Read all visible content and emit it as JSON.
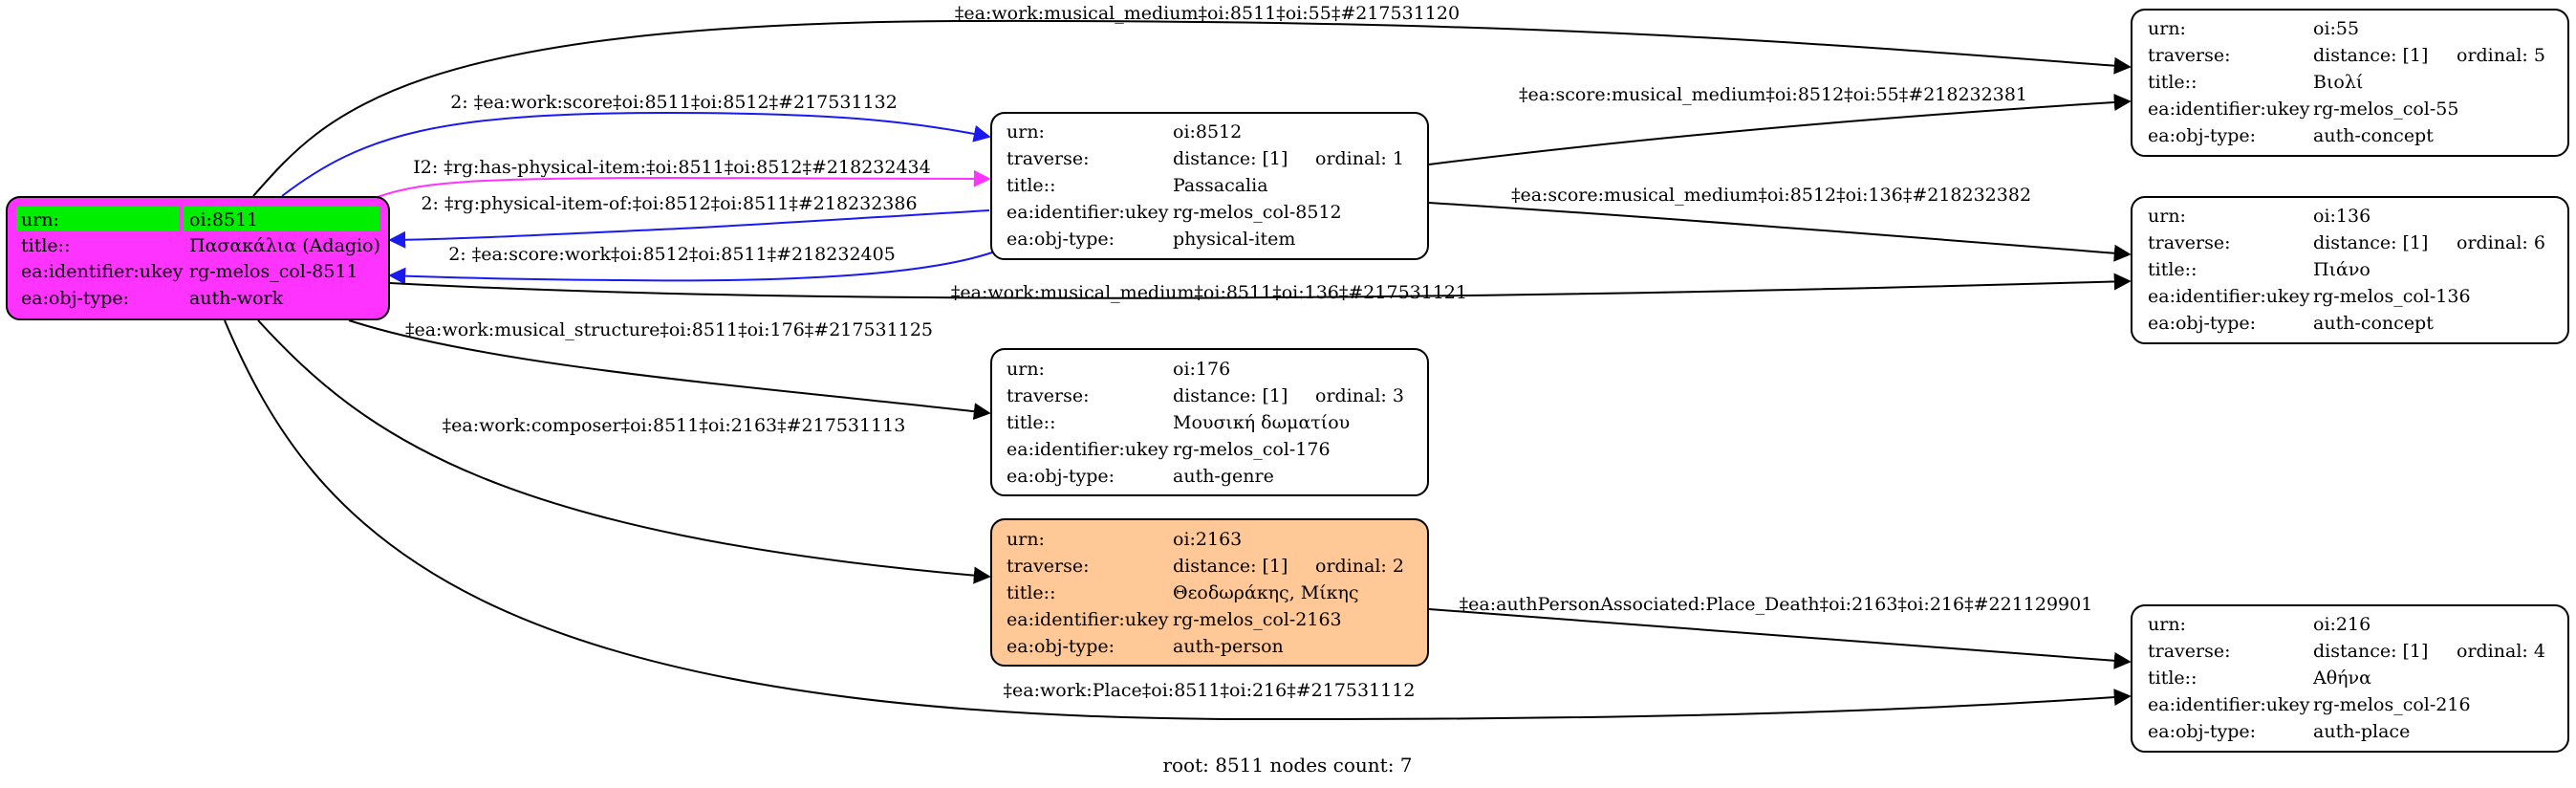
{
  "colors": {
    "root_fill": "#ff33ff",
    "root_highlight": "#00ee00",
    "person_fill": "#ffc896",
    "default_fill": "#ffffff",
    "edge_black": "#000000",
    "edge_blue": "#1a1aee",
    "edge_magenta": "#ff33ff"
  },
  "nodes": {
    "root": {
      "rows": [
        {
          "key": "urn:",
          "value": "oi:8511"
        },
        {
          "key": "title::",
          "value": "Πασακάλια (Adagio)"
        },
        {
          "key": "ea:identifier:ukey",
          "value": "rg-melos_col-8511"
        },
        {
          "key": "ea:obj-type:",
          "value": "auth-work"
        }
      ]
    },
    "n8512": {
      "rows": [
        {
          "key": "urn:",
          "value": "oi:8512"
        },
        {
          "key": "traverse:",
          "value": "distance: [1]",
          "extra": "ordinal: 1"
        },
        {
          "key": "title::",
          "value": "Passacalia"
        },
        {
          "key": "ea:identifier:ukey",
          "value": "rg-melos_col-8512"
        },
        {
          "key": "ea:obj-type:",
          "value": "physical-item"
        }
      ]
    },
    "n176": {
      "rows": [
        {
          "key": "urn:",
          "value": "oi:176"
        },
        {
          "key": "traverse:",
          "value": "distance: [1]",
          "extra": "ordinal: 3"
        },
        {
          "key": "title::",
          "value": "Μουσική δωματίου"
        },
        {
          "key": "ea:identifier:ukey",
          "value": "rg-melos_col-176"
        },
        {
          "key": "ea:obj-type:",
          "value": "auth-genre"
        }
      ]
    },
    "n2163": {
      "rows": [
        {
          "key": "urn:",
          "value": "oi:2163"
        },
        {
          "key": "traverse:",
          "value": "distance: [1]",
          "extra": "ordinal: 2"
        },
        {
          "key": "title::",
          "value": "Θεοδωράκης, Μίκης"
        },
        {
          "key": "ea:identifier:ukey",
          "value": "rg-melos_col-2163"
        },
        {
          "key": "ea:obj-type:",
          "value": "auth-person"
        }
      ]
    },
    "n55": {
      "rows": [
        {
          "key": "urn:",
          "value": "oi:55"
        },
        {
          "key": "traverse:",
          "value": "distance: [1]",
          "extra": "ordinal: 5"
        },
        {
          "key": "title::",
          "value": "Βιολί"
        },
        {
          "key": "ea:identifier:ukey",
          "value": "rg-melos_col-55"
        },
        {
          "key": "ea:obj-type:",
          "value": "auth-concept"
        }
      ]
    },
    "n136": {
      "rows": [
        {
          "key": "urn:",
          "value": "oi:136"
        },
        {
          "key": "traverse:",
          "value": "distance: [1]",
          "extra": "ordinal: 6"
        },
        {
          "key": "title::",
          "value": "Πιάνο"
        },
        {
          "key": "ea:identifier:ukey",
          "value": "rg-melos_col-136"
        },
        {
          "key": "ea:obj-type:",
          "value": "auth-concept"
        }
      ]
    },
    "n216": {
      "rows": [
        {
          "key": "urn:",
          "value": "oi:216"
        },
        {
          "key": "traverse:",
          "value": "distance: [1]",
          "extra": "ordinal: 4"
        },
        {
          "key": "title::",
          "value": "Αθήνα"
        },
        {
          "key": "ea:identifier:ukey",
          "value": "rg-melos_col-216"
        },
        {
          "key": "ea:obj-type:",
          "value": "auth-place"
        }
      ]
    }
  },
  "edges": {
    "work_medium_55": "‡ea:work:musical_medium‡oi:8511‡oi:55‡#217531120",
    "work_score": "2: ‡ea:work:score‡oi:8511‡oi:8512‡#217531132",
    "has_physical_item": "I2: ‡rg:has-physical-item:‡oi:8511‡oi:8512‡#218232434",
    "physical_item_of": "2: ‡rg:physical-item-of:‡oi:8512‡oi:8511‡#218232386",
    "score_work": "2: ‡ea:score:work‡oi:8512‡oi:8511‡#218232405",
    "work_medium_136": "‡ea:work:musical_medium‡oi:8511‡oi:136‡#217531121",
    "work_structure": "‡ea:work:musical_structure‡oi:8511‡oi:176‡#217531125",
    "work_composer": "‡ea:work:composer‡oi:8511‡oi:2163‡#217531113",
    "work_place": "‡ea:work:Place‡oi:8511‡oi:216‡#217531112",
    "score_medium_55": "‡ea:score:musical_medium‡oi:8512‡oi:55‡#218232381",
    "score_medium_136": "‡ea:score:musical_medium‡oi:8512‡oi:136‡#218232382",
    "person_place_death": "‡ea:authPersonAssociated:Place_Death‡oi:2163‡oi:216‡#221129901"
  },
  "footer": {
    "text": "root: 8511 nodes count: 7"
  }
}
